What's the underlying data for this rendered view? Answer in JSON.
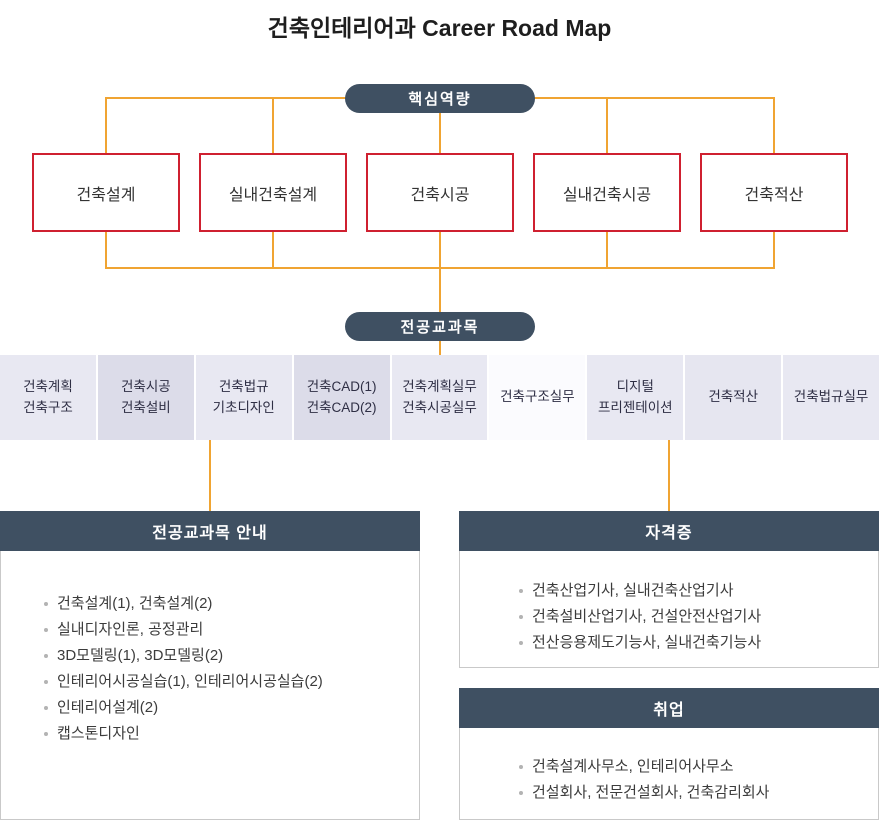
{
  "title": "건축인테리어과 Career Road Map",
  "badges": {
    "core_competency": "핵심역량",
    "major_courses": "전공교과목"
  },
  "competencies": [
    {
      "label": "건축설계"
    },
    {
      "label": "실내건축설계"
    },
    {
      "label": "건축시공"
    },
    {
      "label": "실내건축시공"
    },
    {
      "label": "건축적산"
    }
  ],
  "courses": [
    {
      "label": "건축계획\n건축구조",
      "bg": "#e8e8f2"
    },
    {
      "label": "건축시공\n건축설비",
      "bg": "#dcdce9"
    },
    {
      "label": "건축법규\n기초디자인",
      "bg": "#e8e8f2"
    },
    {
      "label": "건축CAD(1)\n건축CAD(2)",
      "bg": "#dcdce9"
    },
    {
      "label": "건축계획실무\n건축시공실무",
      "bg": "#e8e8f2"
    },
    {
      "label": "건축구조실무",
      "bg": "#fbfbfe"
    },
    {
      "label": "디지털\n프리젠테이션",
      "bg": "#e8e8f2"
    },
    {
      "label": "건축적산",
      "bg": "#e6e6f0"
    },
    {
      "label": "건축법규실무",
      "bg": "#e8e8f2"
    }
  ],
  "panels": {
    "course_guide": {
      "title": "전공교과목 안내",
      "items": [
        "건축설계(1), 건축설계(2)",
        "실내디자인론, 공정관리",
        "3D모델링(1), 3D모델링(2)",
        "인테리어시공실습(1), 인테리어시공실습(2)",
        "인테리어설계(2)",
        "캡스톤디자인"
      ]
    },
    "certificates": {
      "title": "자격증",
      "items": [
        "건축산업기사, 실내건축산업기사",
        "건축설비산업기사, 건설안전산업기사",
        "전산응용제도기능사, 실내건축기능사"
      ]
    },
    "employment": {
      "title": "취업",
      "items": [
        "건축설계사무소, 인테리어사무소",
        "건설회사, 전문건설회사, 건축감리회사"
      ]
    }
  },
  "colors": {
    "slate": "#3f5062",
    "red_border": "#cf2030",
    "connector_orange": "#f0a432",
    "panel_border": "#c9c9c9",
    "course_light": "#e8e8f2",
    "course_dark": "#dcdce9"
  }
}
